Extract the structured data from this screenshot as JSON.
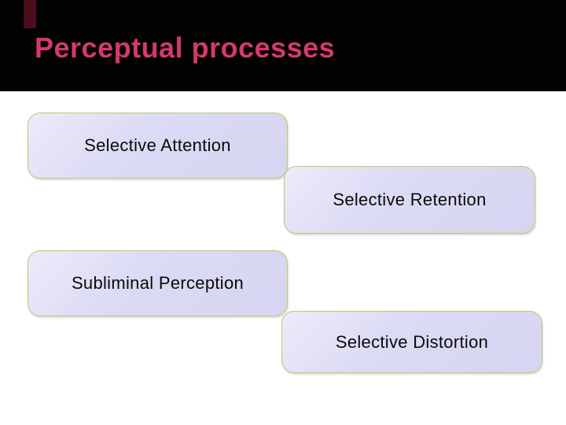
{
  "slide": {
    "background_color": "#ffffff",
    "header": {
      "title": "Perceptual processes",
      "title_color": "#d43a68",
      "band_color": "#020202",
      "accent_bar_color": "#4a0e1c"
    },
    "boxes": {
      "fill_color": "#dcdbf5",
      "border_color": "#c5c766",
      "text_color": "#0a0a0a",
      "items": [
        {
          "label": "Selective Attention"
        },
        {
          "label": "Selective Retention"
        },
        {
          "label": "Subliminal Perception"
        },
        {
          "label": "Selective Distortion"
        }
      ]
    }
  }
}
